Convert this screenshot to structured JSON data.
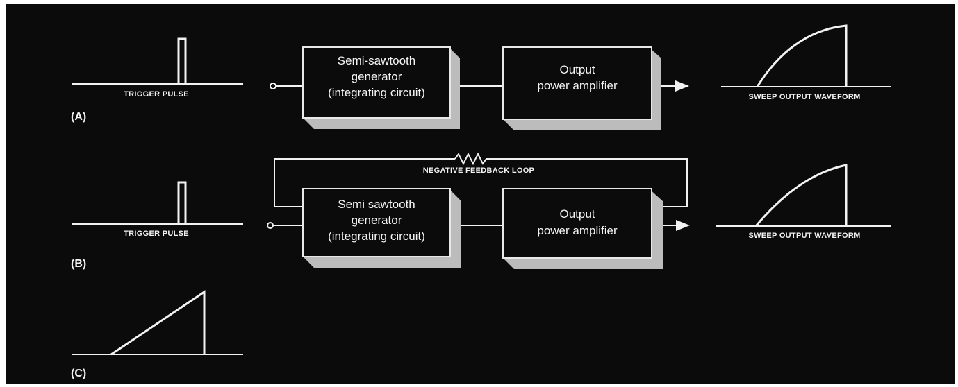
{
  "diagram": {
    "parts": {
      "a": "(A)",
      "b": "(B)",
      "c": "(C)"
    },
    "trigger_label": "TRIGGER PULSE",
    "sweep_label": "SWEEP OUTPUT WAVEFORM",
    "feedback_label": "NEGATIVE FEEDBACK LOOP",
    "row_a": {
      "generator": [
        "Semi-sawtooth",
        "generator",
        "(integrating circuit)"
      ],
      "amplifier": [
        "Output",
        "power amplifier"
      ]
    },
    "row_b": {
      "generator": [
        "Semi sawtooth",
        "generator",
        "(integrating circuit)"
      ],
      "amplifier": [
        "Output",
        "power amplifier"
      ]
    }
  },
  "colors": {
    "background": "#0b0b0b",
    "line": "#f2f2f2",
    "box_face": "#0b0b0b",
    "box_edge": "#e8e8e8"
  }
}
